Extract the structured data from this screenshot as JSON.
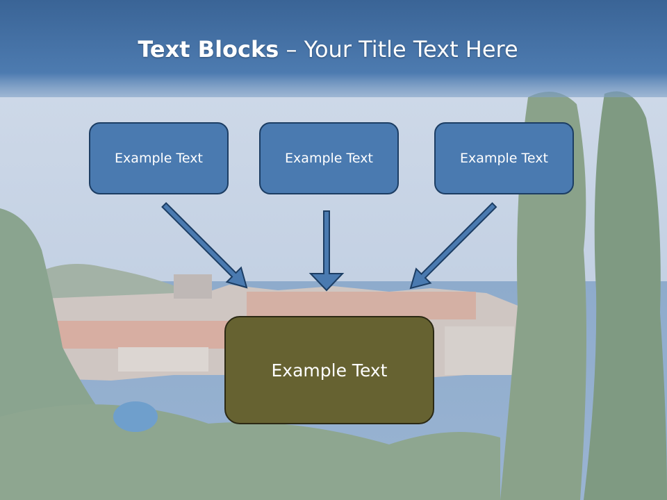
{
  "title": {
    "bold": "Text Blocks",
    "separator": " – ",
    "rest": "Your Title Text Here"
  },
  "blocks": [
    {
      "label": "Example Text"
    },
    {
      "label": "Example Text"
    },
    {
      "label": "Example Text"
    }
  ],
  "target": {
    "label": "Example Text"
  },
  "colors": {
    "header_band": "#3f6c9e",
    "block_fill": "#4a7ab0",
    "block_border": "#1c3d63",
    "target_fill": "#666231",
    "target_border": "#2b2914",
    "arrow_fill": "#4a7ab0",
    "arrow_stroke": "#1c3d63"
  }
}
